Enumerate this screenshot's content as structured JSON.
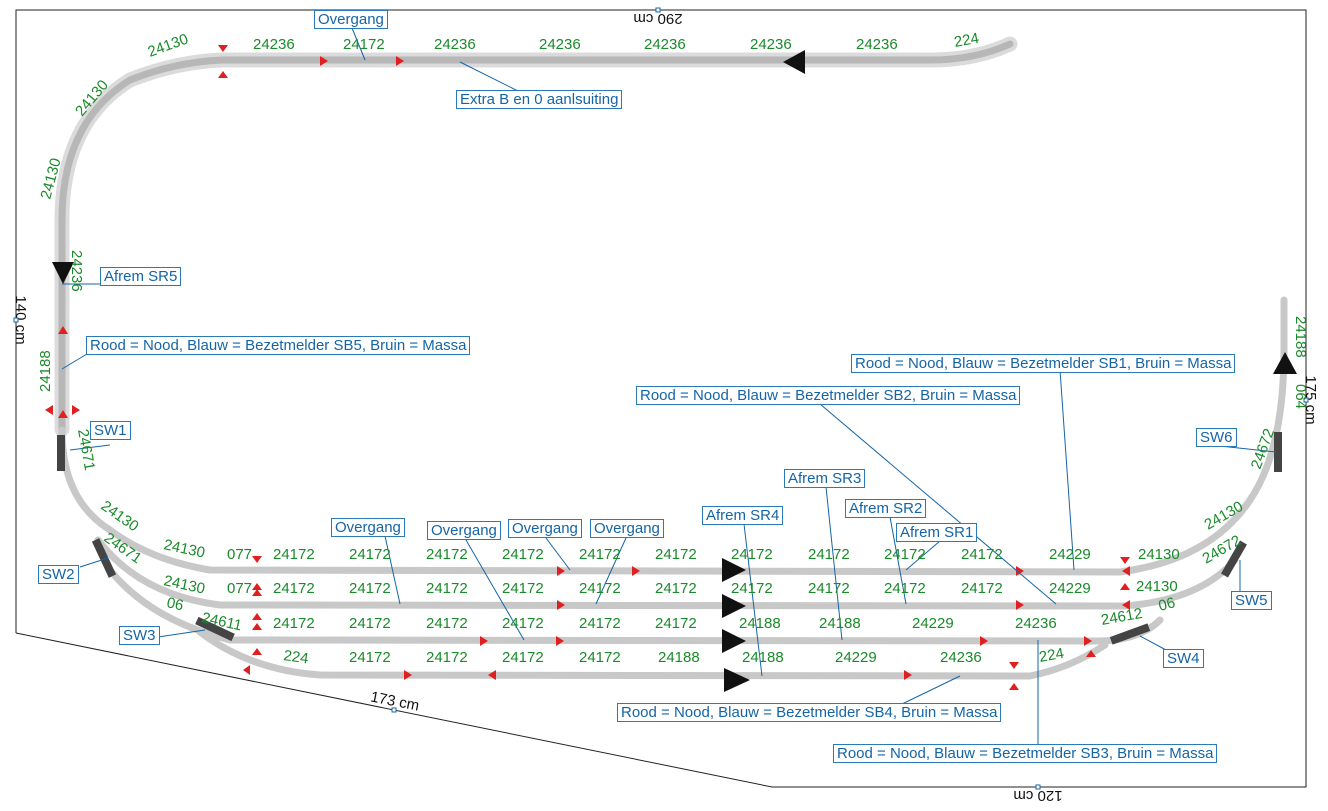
{
  "dimensions": {
    "top": "290 cm",
    "left": "140 cm",
    "right": "175 cm",
    "bottom_left": "173 cm",
    "bottom_right": "120 cm"
  },
  "labels": {
    "overgang_top": "Overgang",
    "extra_b": "Extra B en 0 aanlsuiting",
    "afrem_sr5": "Afrem SR5",
    "rood_sb5": "Rood = Nood, Blauw = Bezetmelder SB5, Bruin = Massa",
    "rood_sb1": "Rood = Nood, Blauw = Bezetmelder SB1, Bruin = Massa",
    "rood_sb2": "Rood = Nood, Blauw = Bezetmelder SB2, Bruin = Massa",
    "rood_sb3": "Rood = Nood, Blauw = Bezetmelder SB3, Bruin = Massa",
    "rood_sb4": "Rood = Nood, Blauw = Bezetmelder SB4, Bruin = Massa",
    "afrem_sr3": "Afrem SR3",
    "afrem_sr2": "Afrem SR2",
    "afrem_sr1": "Afrem SR1",
    "afrem_sr4": "Afrem SR4",
    "overgang_1": "Overgang",
    "overgang_2": "Overgang",
    "overgang_3": "Overgang",
    "overgang_4": "Overgang",
    "sw1": "SW1",
    "sw2": "SW2",
    "sw3": "SW3",
    "sw4": "SW4",
    "sw5": "SW5",
    "sw6": "SW6"
  },
  "top_track": [
    "24130",
    "24236",
    "24172",
    "24236",
    "24236",
    "24236",
    "24236",
    "24236",
    "224"
  ],
  "left_track": [
    "24130",
    "24130",
    "24236",
    "24188",
    "24671"
  ],
  "right_track": [
    "24188",
    "064",
    "24672"
  ],
  "row1": [
    "24130",
    "077",
    "24172",
    "24172",
    "24172",
    "24172",
    "24172",
    "24172",
    "24172",
    "24172",
    "24172",
    "24172",
    "24229",
    "24130",
    "24130",
    "24672"
  ],
  "row2": [
    "24130",
    "077",
    "24172",
    "24172",
    "24172",
    "24172",
    "24172",
    "24172",
    "24172",
    "24172",
    "24172",
    "24172",
    "24229",
    "24130"
  ],
  "row3": [
    "06",
    "24611",
    "24172",
    "24172",
    "24172",
    "24172",
    "24172",
    "24172",
    "24188",
    "24188",
    "24229",
    "24236",
    "24612",
    "06"
  ],
  "row4": [
    "224",
    "24172",
    "24172",
    "24172",
    "24172",
    "24188",
    "24188",
    "24229",
    "24236",
    "224"
  ],
  "sw2_part": "24671",
  "colors": {
    "track": "#c8c8c8",
    "number": "#1a8a2a",
    "label": "#1565a6",
    "signal": "#e02020"
  }
}
